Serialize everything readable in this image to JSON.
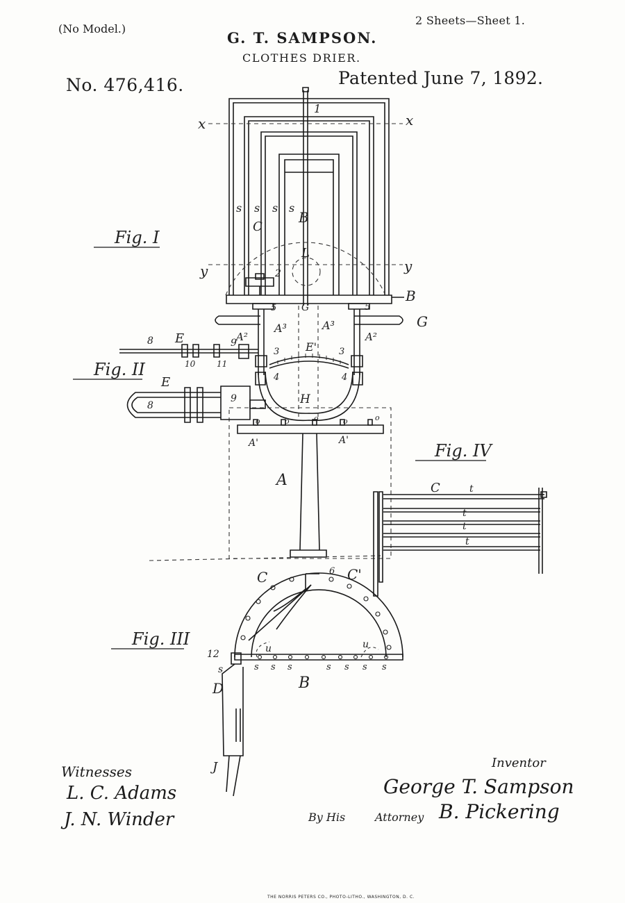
{
  "header": {
    "no_model": "(No Model.)",
    "sheets": "2 Sheets—Sheet 1.",
    "inventor_name": "G. T. SAMPSON.",
    "title": "CLOTHES DRIER.",
    "patent_number": "No. 476,416.",
    "patent_date": "Patented June 7, 1892."
  },
  "figures": {
    "fig1": "Fig. I",
    "fig2": "Fig. II",
    "fig3": "Fig. III",
    "fig4": "Fig. IV"
  },
  "labels": {
    "x": "x",
    "y": "y",
    "s": "s",
    "B": "B",
    "C": "C",
    "C1": "C'",
    "L": "L",
    "G": "G",
    "A": "A",
    "A1": "A'",
    "A2": "A²",
    "A3": "A³",
    "E": "E",
    "E1": "E'",
    "H": "H",
    "D": "D",
    "J": "J",
    "u": "u",
    "o": "o",
    "t": "t",
    "n1": "1",
    "n2": "2",
    "n3": "3",
    "n4": "4",
    "n5": "5",
    "n6": "6",
    "n8": "8",
    "n9": "9",
    "n10": "10",
    "n11": "11",
    "n12": "12"
  },
  "signatures": {
    "witnesses_label": "Witnesses",
    "witness_1": "L. C. Adams",
    "witness_2": "J. N. Winder",
    "inventor_label": "Inventor",
    "inventor_signature": "George T. Sampson",
    "by_his": "By His",
    "attorney": "Attorney",
    "attorney_signature": "B. Pickering"
  },
  "footer": {
    "printer": "THE NORRIS PETERS CO., PHOTO-LITHO., WASHINGTON, D. C."
  }
}
